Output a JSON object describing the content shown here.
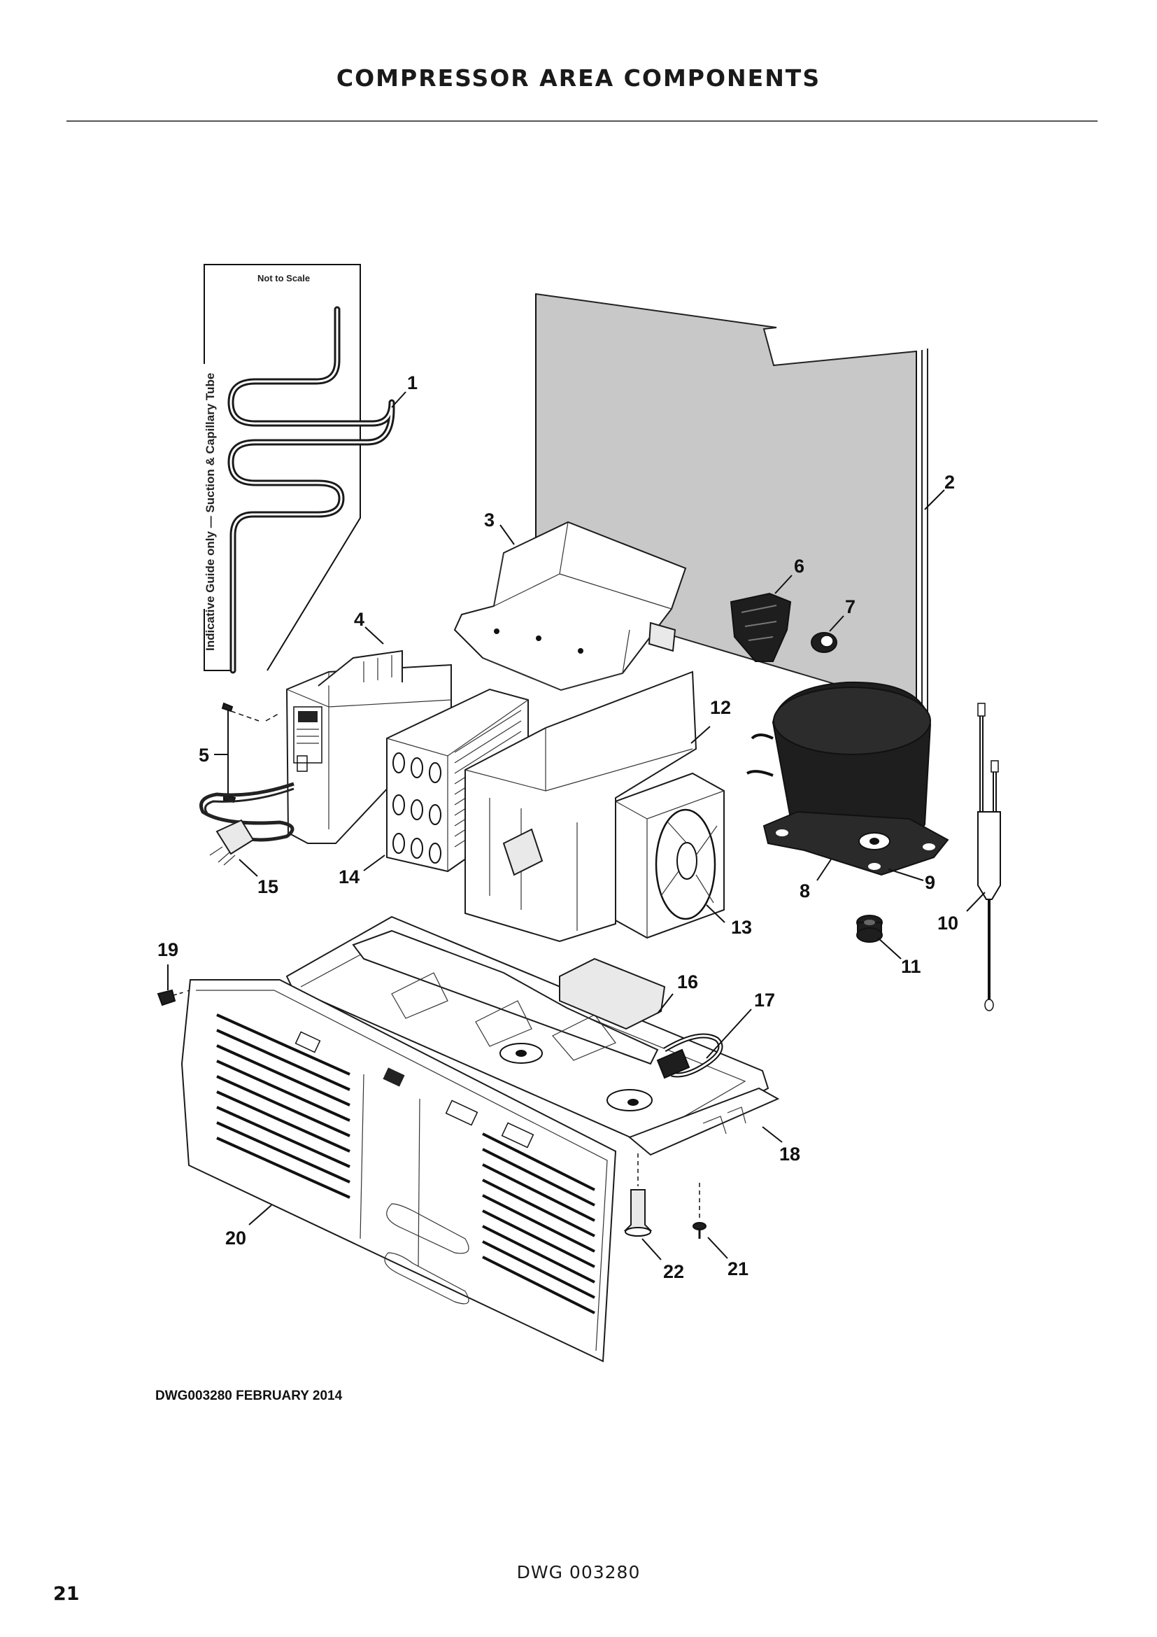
{
  "header": {
    "title": "COMPRESSOR AREA COMPONENTS"
  },
  "inset": {
    "side_label": "Indicative Guide only — Suction & Capillary Tube",
    "scale_note": "Not to Scale"
  },
  "callouts": [
    "1",
    "2",
    "3",
    "4",
    "5",
    "6",
    "7",
    "8",
    "9",
    "10",
    "11",
    "12",
    "13",
    "14",
    "15",
    "16",
    "17",
    "18",
    "19",
    "20",
    "21",
    "22"
  ],
  "drawing_ref": "DWG003280  FEBRUARY 2014",
  "footer": {
    "drawing_number": "DWG 003280",
    "page_number": "21"
  }
}
